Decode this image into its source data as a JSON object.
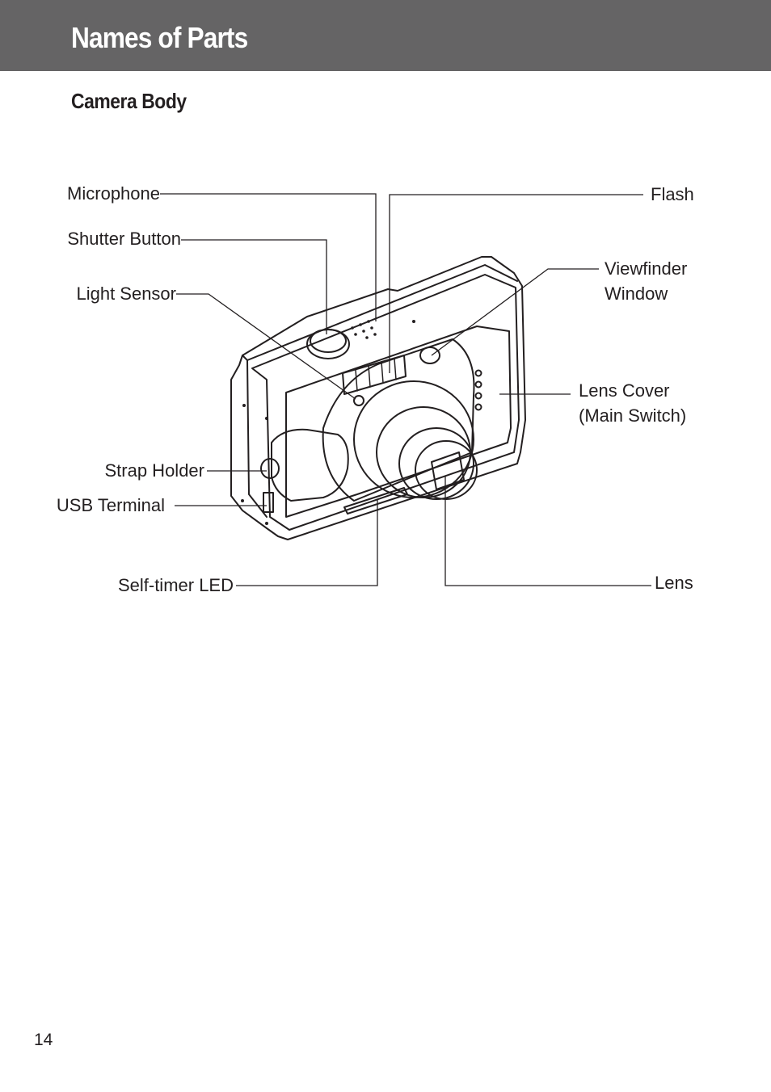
{
  "header": {
    "title": "Names of Parts"
  },
  "section": {
    "title": "Camera Body"
  },
  "labels": {
    "microphone": "Microphone",
    "shutter_button": "Shutter Button",
    "light_sensor": "Light Sensor",
    "strap_holder": "Strap Holder",
    "usb_terminal": "USB Terminal",
    "self_timer_led": "Self-timer LED",
    "flash": "Flash",
    "viewfinder_window_line1": "Viewfinder",
    "viewfinder_window_line2": "Window",
    "lens_cover_line1": "Lens Cover",
    "lens_cover_line2": "(Main Switch)",
    "lens": "Lens"
  },
  "footer": {
    "page_number": "14"
  }
}
